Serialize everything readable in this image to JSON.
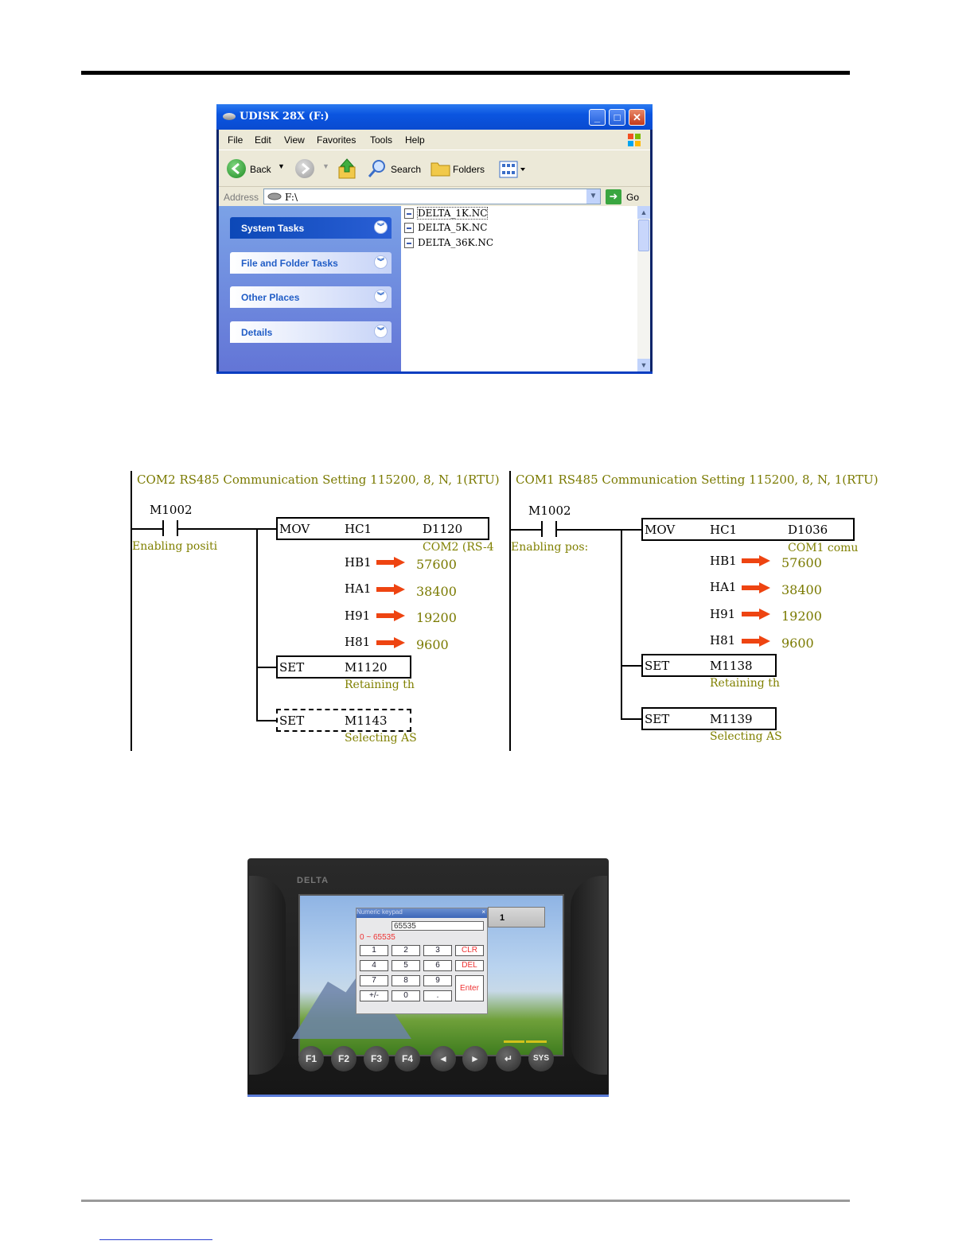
{
  "explorer": {
    "title": "UDISK 28X (F:)",
    "menu": [
      "File",
      "Edit",
      "View",
      "Favorites",
      "Tools",
      "Help"
    ],
    "toolbar": {
      "back": "Back",
      "search": "Search",
      "folders": "Folders"
    },
    "address_label": "Address",
    "address_value": "F:\\",
    "go_label": "Go",
    "tasks": [
      "System Tasks",
      "File and Folder Tasks",
      "Other Places",
      "Details"
    ],
    "files": [
      "DELTA_1K.NC",
      "DELTA_5K.NC",
      "DELTA_36K.NC"
    ]
  },
  "ladder_left": {
    "comment": "COM2 RS485 Communication Setting 115200, 8, N, 1(RTU)",
    "contact": "M1002",
    "contact_note": "Enabling positi",
    "mov": {
      "op": "MOV",
      "src": "HC1",
      "dst": "D1120",
      "note": "COM2 (RS-4"
    },
    "codes": [
      "HB1",
      "HA1",
      "H91",
      "H81"
    ],
    "bauds": [
      "57600",
      "38400",
      "19200",
      "9600"
    ],
    "set1": {
      "op": "SET",
      "dev": "M1120",
      "note": "Retaining th"
    },
    "set2": {
      "op": "SET",
      "dev": "M1143",
      "note": "Selecting AS"
    }
  },
  "ladder_right": {
    "comment": "COM1 RS485 Communication Setting 115200, 8, N, 1(RTU)",
    "contact": "M1002",
    "contact_note": "Enabling pos:",
    "mov": {
      "op": "MOV",
      "src": "HC1",
      "dst": "D1036",
      "note": "COM1 comu"
    },
    "codes": [
      "HB1",
      "HA1",
      "H91",
      "H81"
    ],
    "bauds": [
      "57600",
      "38400",
      "19200",
      "9600"
    ],
    "set1": {
      "op": "SET",
      "dev": "M1138",
      "note": "Retaining th"
    },
    "set2": {
      "op": "SET",
      "dev": "M1139",
      "note": "Selecting AS"
    }
  },
  "hmi": {
    "brand": "DELTA",
    "keypad_title": "Numeric keypad",
    "keypad_value": "65535",
    "keypad_range": "0 ~ 65535",
    "keys": [
      "1",
      "2",
      "3",
      "CLR",
      "4",
      "5",
      "6",
      "DEL",
      "7",
      "8",
      "9",
      "Enter",
      "+/-",
      "0",
      "."
    ],
    "display_value": "1",
    "function_keys": [
      "F1",
      "F2",
      "F3",
      "F4",
      "◄",
      "►",
      "↵",
      "SYS"
    ]
  },
  "colors": {
    "arrow": "#ee4411",
    "olive_text": "#808000",
    "xp_blue": "#0b55e0"
  }
}
